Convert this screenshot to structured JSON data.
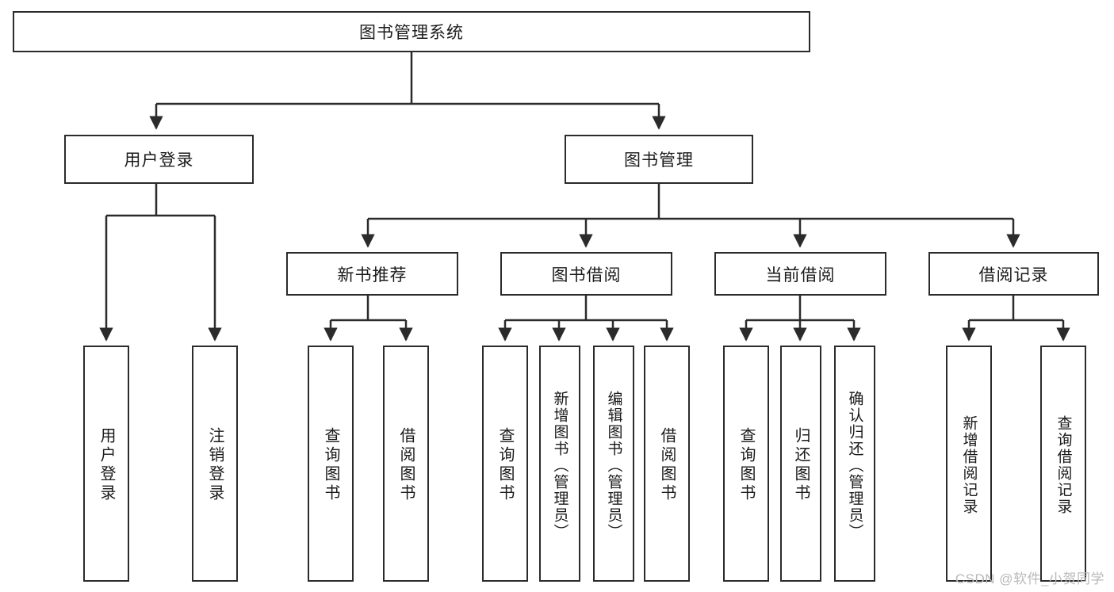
{
  "diagram": {
    "title": "图书管理系统",
    "watermark": "CSDN @软件_小贺同学",
    "type": "tree-hierarchy-chart",
    "colors": {
      "stroke": "#2b2b2b",
      "fill": "#ffffff",
      "text": "#1a1a1a",
      "watermark": "#b9b9b9"
    },
    "root": {
      "label": "图书管理系统"
    },
    "level1": [
      {
        "label": "用户登录"
      },
      {
        "label": "图书管理"
      }
    ],
    "level2": [
      {
        "label": "新书推荐"
      },
      {
        "label": "图书借阅"
      },
      {
        "label": "当前借阅"
      },
      {
        "label": "借阅记录"
      }
    ],
    "leaves": {
      "user_login": [
        {
          "label": "用户登录"
        },
        {
          "label": "注销登录"
        }
      ],
      "new_book_recommend": [
        {
          "label": "查询图书"
        },
        {
          "label": "借阅图书"
        }
      ],
      "book_borrow": [
        {
          "label": "查询图书"
        },
        {
          "label": "新增图书（管理员）"
        },
        {
          "label": "编辑图书（管理员）"
        },
        {
          "label": "借阅图书"
        }
      ],
      "current_borrow": [
        {
          "label": "查询图书"
        },
        {
          "label": "归还图书"
        },
        {
          "label": "确认归还（管理员）"
        }
      ],
      "borrow_record": [
        {
          "label": "新增借阅记录"
        },
        {
          "label": "查询借阅记录"
        }
      ]
    }
  }
}
